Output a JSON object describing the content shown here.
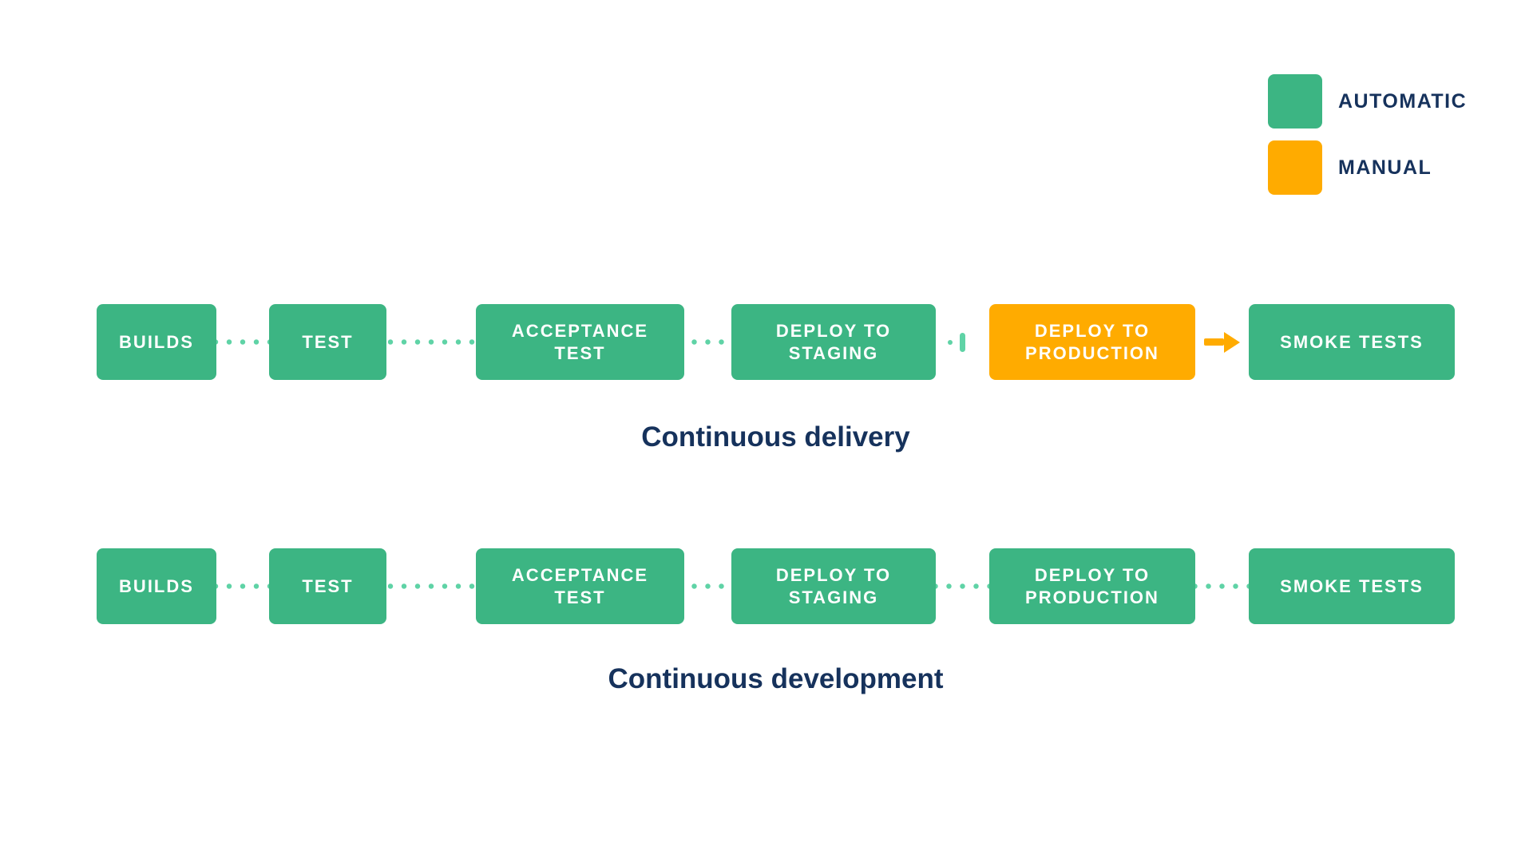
{
  "legend": {
    "items": [
      {
        "label": "AUTOMATIC",
        "color": "#3CB583"
      },
      {
        "label": "MANUAL",
        "color": "#FFAB00"
      }
    ]
  },
  "pipelines": [
    {
      "caption": "Continuous delivery",
      "stages": [
        {
          "label": "BUILDS",
          "mode": "automatic"
        },
        {
          "label": "TEST",
          "mode": "automatic"
        },
        {
          "label": "ACCEPTANCE TEST",
          "mode": "automatic"
        },
        {
          "label": "DEPLOY TO STAGING",
          "mode": "automatic"
        },
        {
          "label": "DEPLOY TO PRODUCTION",
          "mode": "manual"
        },
        {
          "label": "SMOKE TESTS",
          "mode": "automatic"
        }
      ],
      "connectors": [
        "dotted",
        "dotted",
        "dotted",
        "pause",
        "arrow"
      ]
    },
    {
      "caption": "Continuous development",
      "stages": [
        {
          "label": "BUILDS",
          "mode": "automatic"
        },
        {
          "label": "TEST",
          "mode": "automatic"
        },
        {
          "label": "ACCEPTANCE TEST",
          "mode": "automatic"
        },
        {
          "label": "DEPLOY TO STAGING",
          "mode": "automatic"
        },
        {
          "label": "DEPLOY TO PRODUCTION",
          "mode": "automatic"
        },
        {
          "label": "SMOKE TESTS",
          "mode": "automatic"
        }
      ],
      "connectors": [
        "dotted",
        "dotted",
        "dotted",
        "dotted",
        "dotted"
      ]
    }
  ],
  "colors": {
    "automatic_green": "#3CB583",
    "manual_orange": "#FFAB00",
    "dot_mint": "#5FD3A6",
    "text_navy": "#16325C",
    "stage_text": "#FFFFFF",
    "background": "#FFFFFF"
  }
}
